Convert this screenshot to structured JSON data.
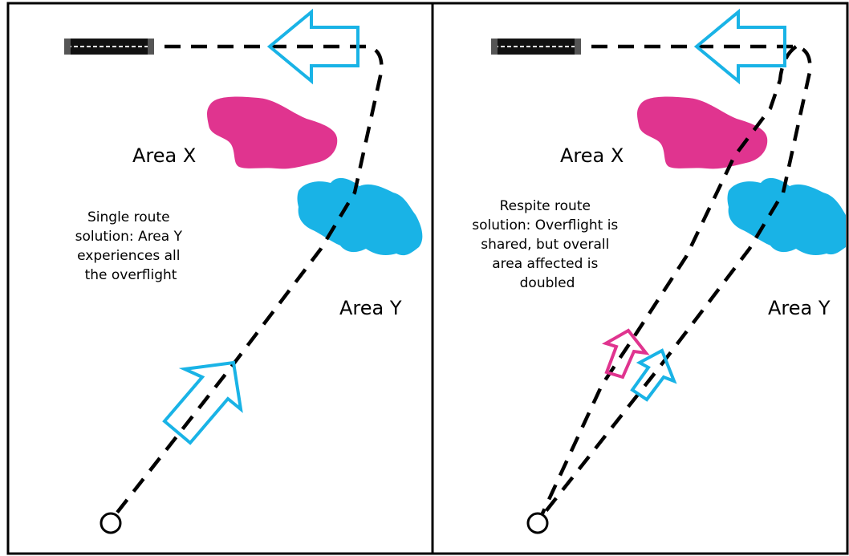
{
  "colors": {
    "accent_blue": "#19b3e6",
    "accent_magenta": "#e0348f",
    "route_dash": "#000000",
    "frame": "#000000",
    "background": "#ffffff"
  },
  "icons": {
    "runway": "runway-icon",
    "origin": "origin-circle-icon",
    "direction_arrow": "direction-arrow-icon"
  },
  "panels": [
    {
      "area_x_label": "Area X",
      "area_y_label": "Area Y",
      "caption_lines": [
        "Single route",
        "solution: Area Y",
        "experiences all",
        "the overflight"
      ]
    },
    {
      "area_x_label": "Area X",
      "area_y_label": "Area Y",
      "caption_lines": [
        "Respite route",
        "solution: Overflight is",
        "shared, but overall",
        "area affected is",
        "doubled"
      ]
    }
  ]
}
